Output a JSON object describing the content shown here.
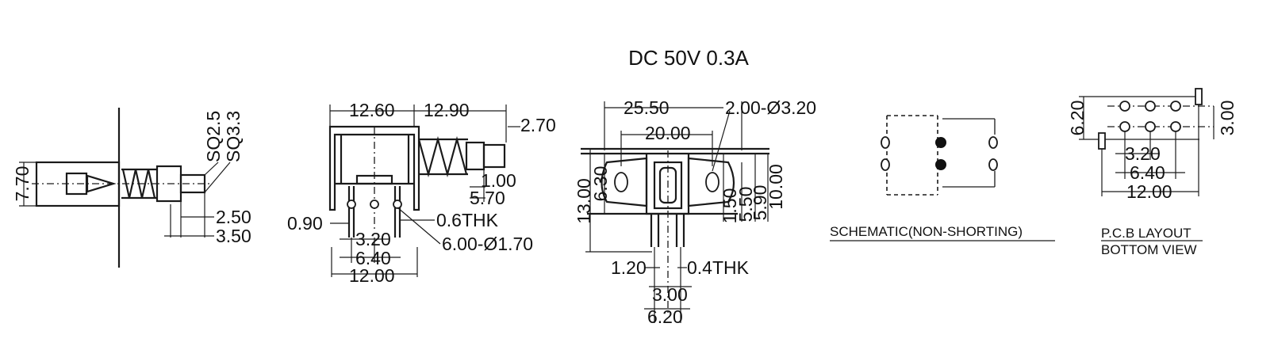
{
  "title": "DC  50V  0.3A",
  "side_view": {
    "height": "7.70",
    "sq_a": "SQ2.5",
    "sq_b": "SQ3.3",
    "len_a": "2.50",
    "len_b": "3.50"
  },
  "front_view": {
    "body_width": "12.60",
    "plunger_len": "12.90",
    "plunger_dia": "2.70",
    "tip_a": "1.00",
    "tip_b": "5.70",
    "pin_thk": "0.90",
    "sheet_thk": "0.6THK",
    "pitch_a": "3.20",
    "pitch_b": "6.40",
    "pitch_c": "12.00",
    "holes": "6.00-Ø1.70"
  },
  "top_view": {
    "width_a": "25.50",
    "width_b": "20.00",
    "mount_holes": "2.00-Ø3.20",
    "height_a": "13.00",
    "height_b": "6.30",
    "h_c": "1.50",
    "h_d": "5.50",
    "h_e": "5.90",
    "h_f": "10.00",
    "pin_w": "1.20",
    "pin_thk": "0.4THK",
    "pin_pitch_a": "3.00",
    "pin_pitch_b": "6.20"
  },
  "schematic": {
    "caption": "SCHEMATIC(NON-SHORTING)"
  },
  "pcb_layout": {
    "row_pitch": "6.20",
    "row_gap": "3.00",
    "col_a": "3.20",
    "col_b": "6.40",
    "col_c": "12.00",
    "caption_a": "P.C.B LAYOUT",
    "caption_b": "BOTTOM VIEW"
  }
}
